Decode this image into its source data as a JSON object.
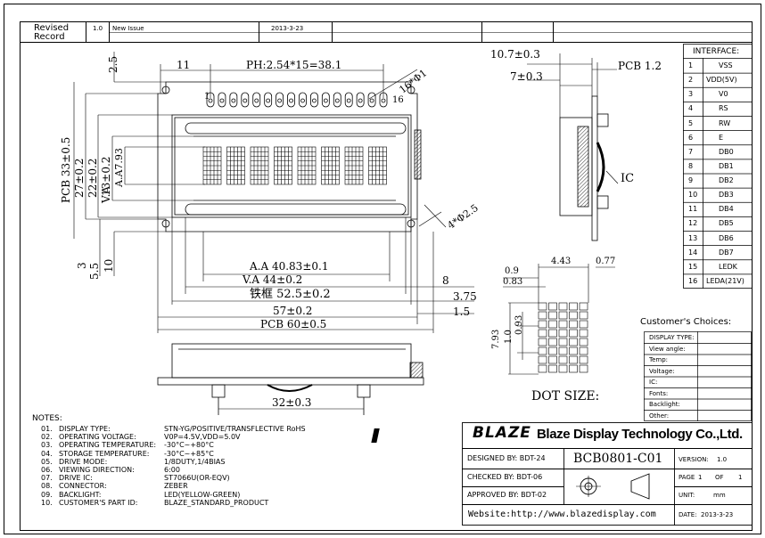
{
  "revision": {
    "label_line1": "Revised",
    "label_line2": "Record",
    "number": "1.0",
    "note": "New Issue",
    "date": "2013-3-23"
  },
  "front_view": {
    "dim_top_left": "11",
    "dim_pitch": "PH:2.54*15=38.1",
    "pin_first": "1",
    "pin_last": "16",
    "pin_hole": "16*Φ1",
    "mount_hole": "4*Φ2.5",
    "dim_top_margin": "2.5",
    "dim_pcb_height": "PCB 33±0.5",
    "dim_27": "27±0.2",
    "dim_22": "22±0.2",
    "dim_13": "13±0.2",
    "dim_va_h": "V.A",
    "dim_aa_h": "A.A7.93",
    "dim_3": "3",
    "dim_5_5": "5.5",
    "dim_10": "10",
    "dim_aa_w": "A.A 40.83±0.1",
    "dim_va_w": "V.A  44±0.2",
    "dim_8": "8",
    "dim_bezel": "铁框 52.5±0.2",
    "dim_3_75": "3.75",
    "dim_57": "57±0.2",
    "dim_1_5": "1.5",
    "dim_pcb_w": "PCB 60±0.5",
    "dim_32": "32±0.3",
    "char_count": 8
  },
  "side_view": {
    "dim_10_7": "10.7±0.3",
    "dim_pcb": "PCB 1.2",
    "dim_7": "7±0.3",
    "ic_label": "IC"
  },
  "dot_view": {
    "dim_4_43": "4.43",
    "dim_0_77": "0.77",
    "dim_0_9": "0.9",
    "dim_0_83": "0.83",
    "dim_7_93": "7.93",
    "dim_1_0": "1.0",
    "dim_0_93": "0.93",
    "label": "DOT SIZE:"
  },
  "interface": {
    "title": "INTERFACE:",
    "pins": [
      {
        "no": "1",
        "name": "VSS"
      },
      {
        "no": "2",
        "name": "VDD(5V)"
      },
      {
        "no": "3",
        "name": "V0"
      },
      {
        "no": "4",
        "name": "RS"
      },
      {
        "no": "5",
        "name": "RW"
      },
      {
        "no": "6",
        "name": "E"
      },
      {
        "no": "7",
        "name": "DB0"
      },
      {
        "no": "8",
        "name": "DB1"
      },
      {
        "no": "9",
        "name": "DB2"
      },
      {
        "no": "10",
        "name": "DB3"
      },
      {
        "no": "11",
        "name": "DB4"
      },
      {
        "no": "12",
        "name": "DB5"
      },
      {
        "no": "13",
        "name": "DB6"
      },
      {
        "no": "14",
        "name": "DB7"
      },
      {
        "no": "15",
        "name": "LEDK"
      },
      {
        "no": "16",
        "name": "LEDA(21V)"
      }
    ]
  },
  "choices": {
    "title": "Customer's Choices:",
    "rows": [
      "DISPLAY TYPE:",
      "View angle:",
      "Temp:",
      "Voltage:",
      "IC:",
      "Fonts:",
      "Backlight:",
      "Other:"
    ]
  },
  "notes": {
    "title": "NOTES:",
    "items": [
      {
        "no": "01.",
        "label": "DISPLAY TYPE:",
        "value": "STN-YG/POSITIVE/TRANSFLECTIVE  RoHS"
      },
      {
        "no": "02.",
        "label": "OPERATING VOLTAGE:",
        "value": "V0P=4.5V,VDD=5.0V"
      },
      {
        "no": "03.",
        "label": "OPERATING TEMPERATURE:",
        "value": "-30°C~+80°C"
      },
      {
        "no": "04.",
        "label": "STORAGE TEMPERATURE:",
        "value": "-30°C~+85°C"
      },
      {
        "no": "05.",
        "label": "DRIVE MODE:",
        "value": "1/8DUTY,1/4BIAS"
      },
      {
        "no": "06.",
        "label": "VIEWING DIRECTION:",
        "value": "6:00"
      },
      {
        "no": "07.",
        "label": "DRIVE IC:",
        "value": "ST7066U(OR-EQV)"
      },
      {
        "no": "08.",
        "label": "CONNECTOR:",
        "value": "ZEBER"
      },
      {
        "no": "09.",
        "label": "BACKLIGHT:",
        "value": "LED(YELLOW-GREEN)"
      },
      {
        "no": "10.",
        "label": "CUSTOMER'S PART ID:",
        "value": "BLAZE_STANDARD_PRODUCT"
      }
    ]
  },
  "title_block": {
    "logo_text": "BLAZE",
    "company": "Blaze Display Technology Co.,Ltd.",
    "designed_by": "DESIGNED BY:  BDT-24",
    "checked_by": "CHECKED BY:  BDT-06",
    "approved_by": "APPROVED BY:  BDT-02",
    "part_number": "BCB0801-C01",
    "version_label": "VERSION:",
    "version": "1.0",
    "page_label": "PAGE",
    "page_no": "1",
    "of_label": "OF",
    "page_total": "1",
    "unit_label": "UNIT:",
    "unit": "mm",
    "website": "Website:http://www.blazedisplay.com",
    "date_label": "DATE:",
    "date": "2013-3-23"
  }
}
